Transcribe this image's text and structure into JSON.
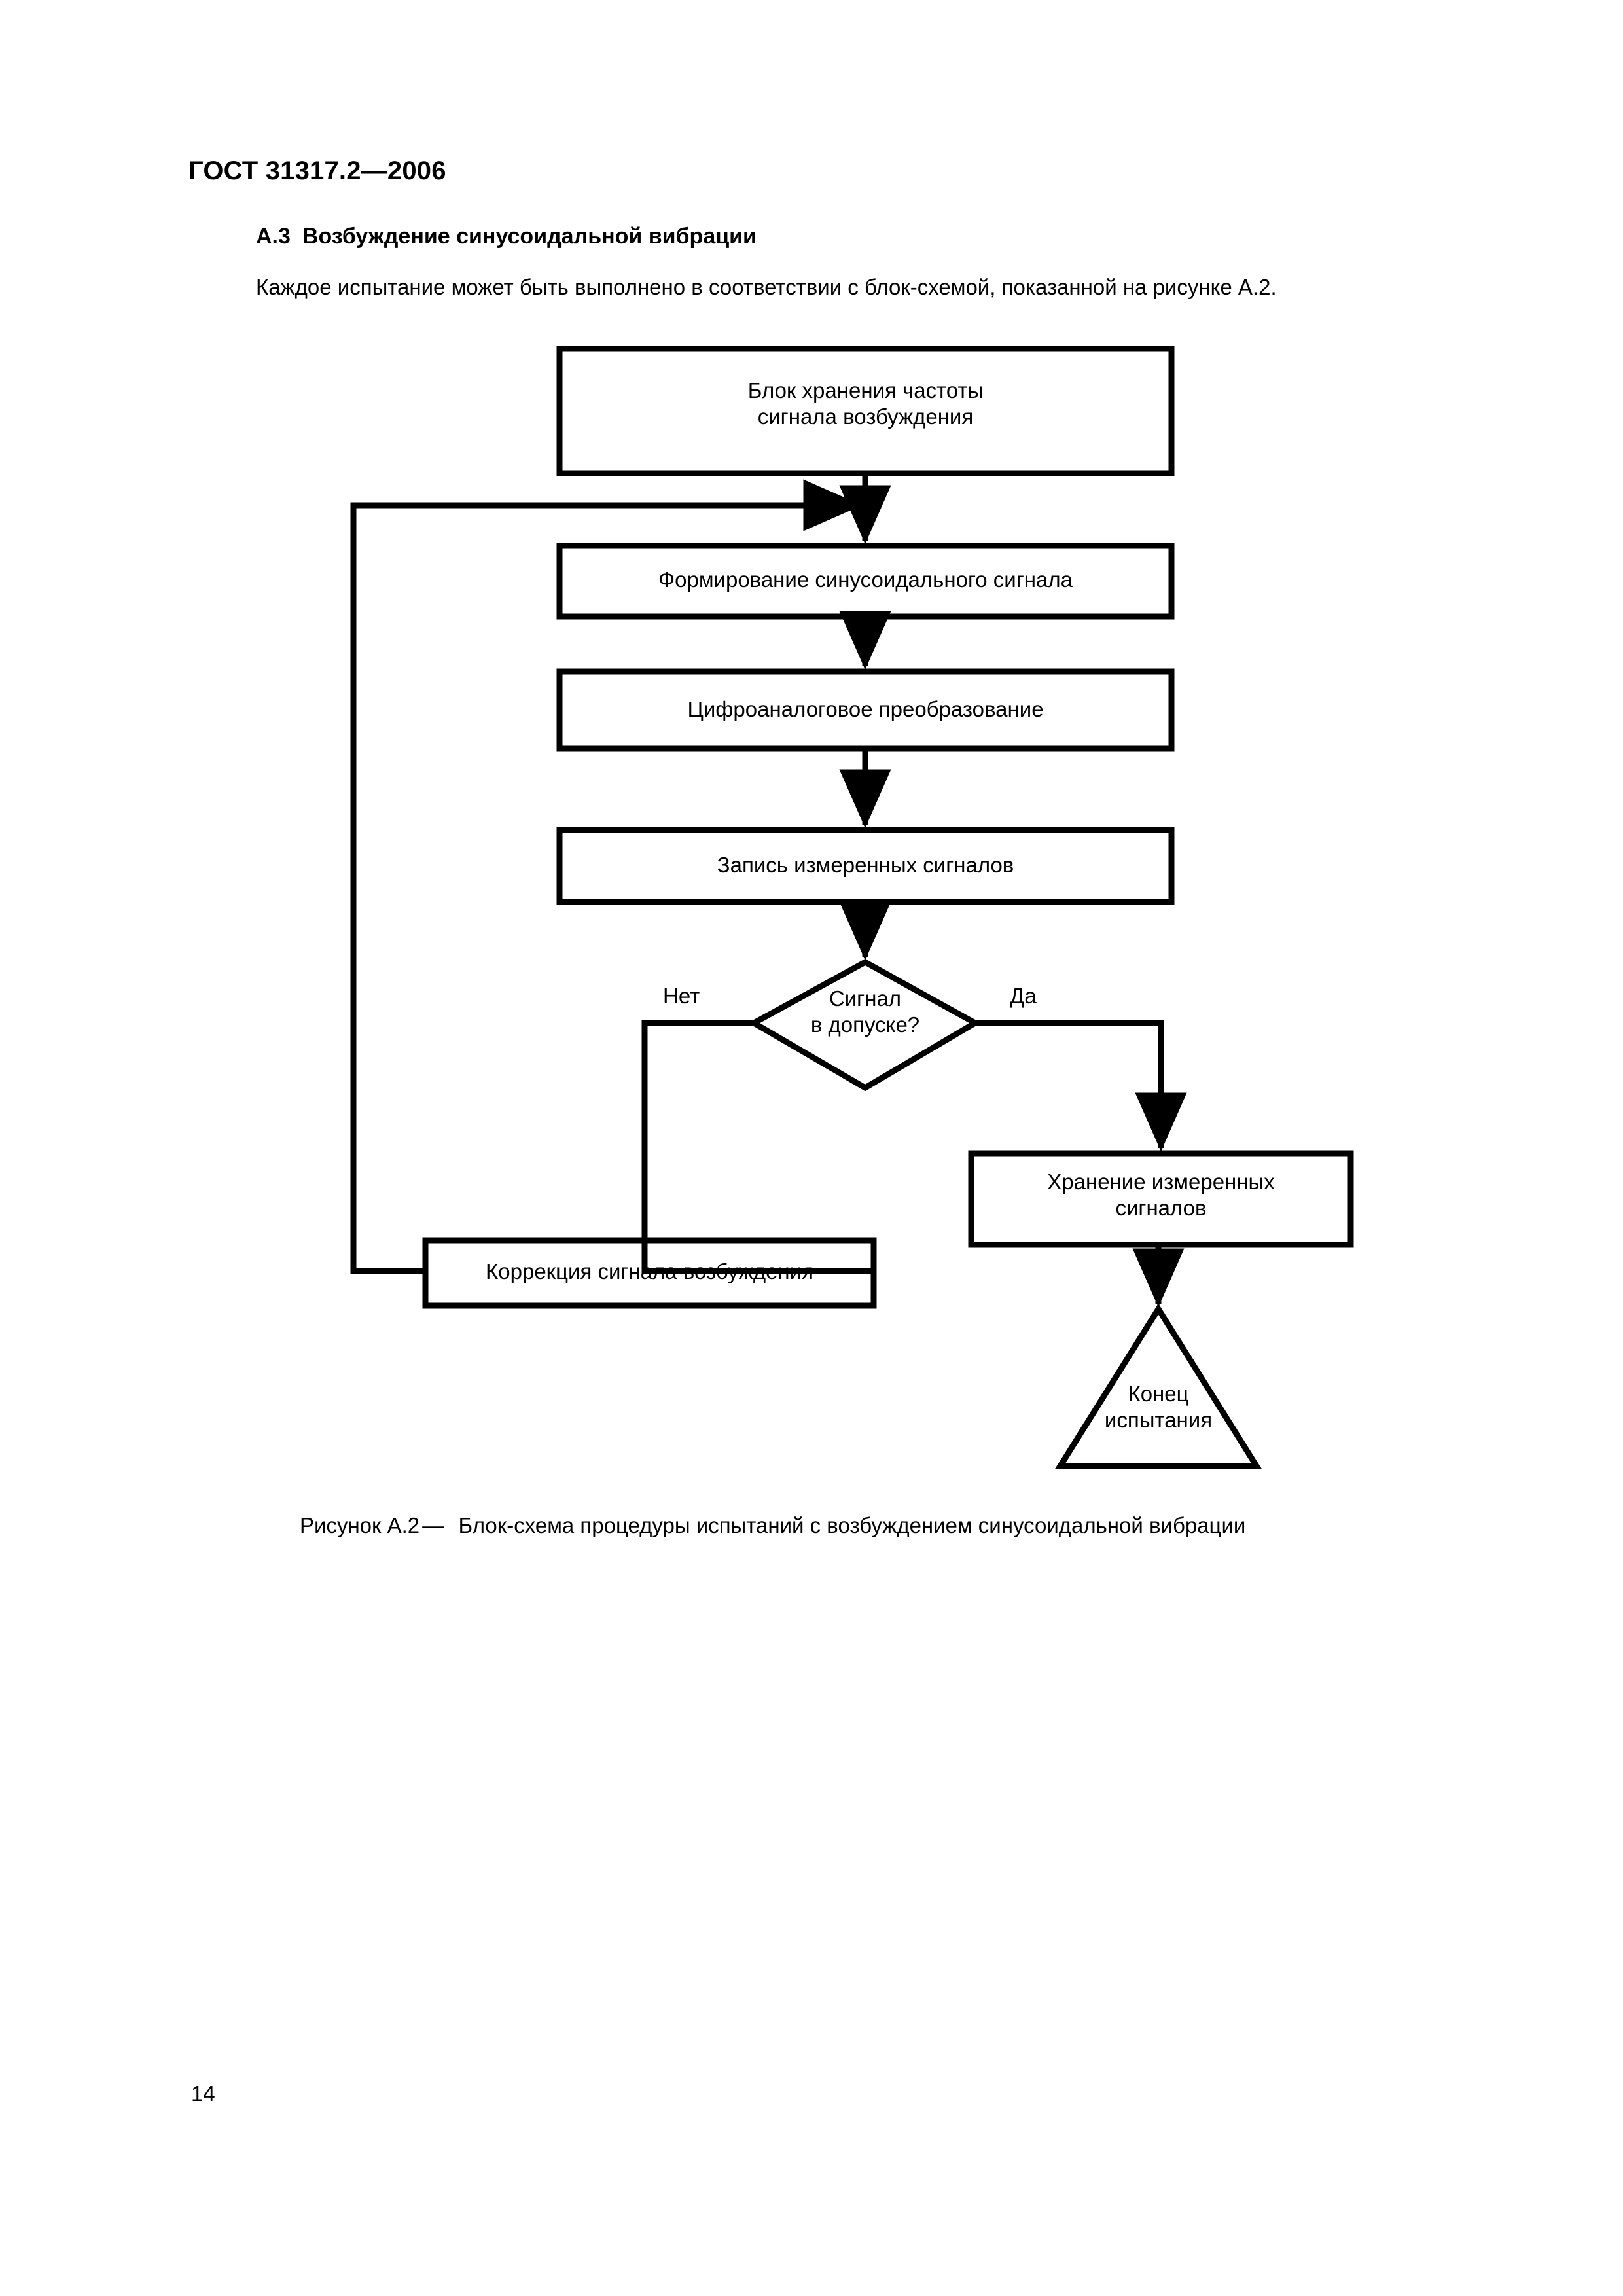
{
  "document": {
    "running_head": "ГОСТ 31317.2—2006",
    "page_number": "14"
  },
  "section": {
    "number": "А.3",
    "title": "Возбуждение синусоидальной вибрации",
    "paragraph": "Каждое испытание может быть выполнено в соответствии с блок-схемой, показанной на рисунке А.2."
  },
  "figure": {
    "caption_prefix": "Рисунок А.2",
    "caption_dash": "—",
    "caption_text": "Блок-схема процедуры испытаний с возбуждением синусоидальной вибрации"
  },
  "flowchart": {
    "type": "flowchart",
    "nodes": [
      {
        "id": "store-freq",
        "shape": "process",
        "text": "Блок хранения частоты\nсигнала возбуждения"
      },
      {
        "id": "generate",
        "shape": "process",
        "text": "Формирование синусоидального сигнала"
      },
      {
        "id": "dac",
        "shape": "process",
        "text": "Цифроаналоговое преобразование"
      },
      {
        "id": "record",
        "shape": "process",
        "text": "Запись измеренных сигналов"
      },
      {
        "id": "decision",
        "shape": "decision",
        "text": "Сигнал\nв допуске?"
      },
      {
        "id": "store-meas",
        "shape": "process",
        "text": "Хранение измеренных\nсигналов"
      },
      {
        "id": "correct",
        "shape": "process",
        "text": "Коррекция сигнала возбуждения"
      },
      {
        "id": "end",
        "shape": "terminator",
        "text": "Конец\nиспытания"
      }
    ],
    "edges": [
      {
        "from": "store-freq",
        "to": "generate",
        "label": ""
      },
      {
        "from": "generate",
        "to": "dac",
        "label": ""
      },
      {
        "from": "dac",
        "to": "record",
        "label": ""
      },
      {
        "from": "record",
        "to": "decision",
        "label": ""
      },
      {
        "from": "decision",
        "to": "correct",
        "label": "Нет"
      },
      {
        "from": "decision",
        "to": "store-meas",
        "label": "Да"
      },
      {
        "from": "correct",
        "to": "generate",
        "label": ""
      },
      {
        "from": "store-meas",
        "to": "end",
        "label": ""
      }
    ],
    "labels": {
      "no": "Нет",
      "yes": "Да"
    }
  },
  "colors": {
    "ink": "#000000",
    "page": "#ffffff"
  }
}
